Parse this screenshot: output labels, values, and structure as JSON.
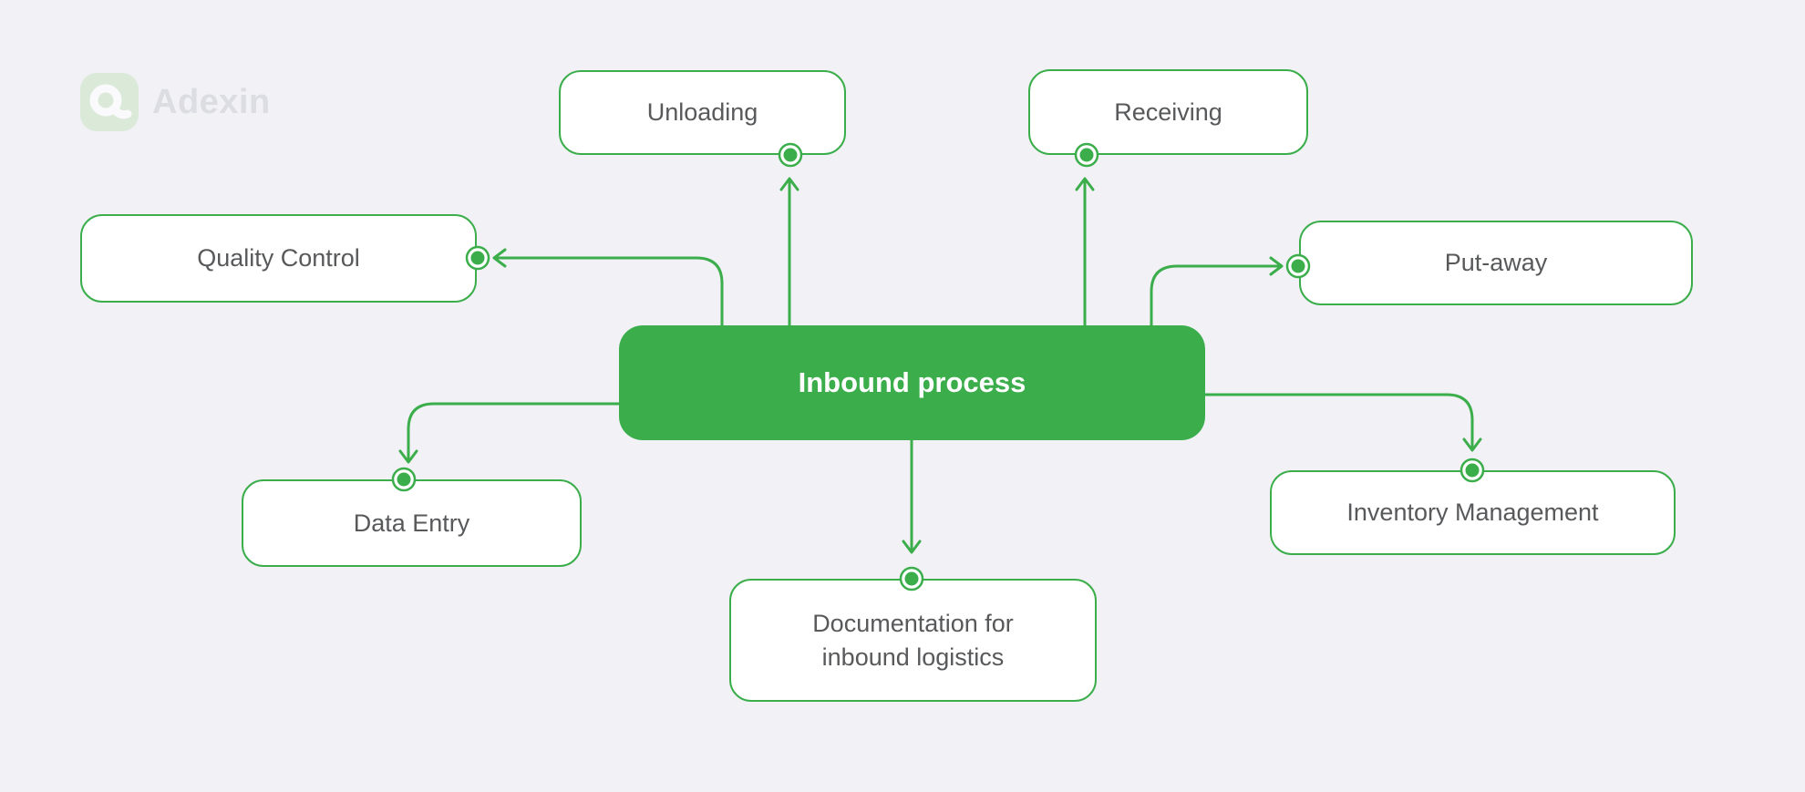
{
  "brand": {
    "name": "Adexin",
    "icon": "adexin-a-icon"
  },
  "diagram": {
    "center": {
      "label": "Inbound process"
    },
    "nodes": {
      "unloading": {
        "label": "Unloading"
      },
      "receiving": {
        "label": "Receiving"
      },
      "quality_control": {
        "label": "Quality Control"
      },
      "put_away": {
        "label": "Put-away"
      },
      "data_entry": {
        "label": "Data Entry"
      },
      "documentation": {
        "lines": [
          "Documentation for",
          "inbound logistics"
        ]
      },
      "inventory_management": {
        "label": "Inventory Management"
      }
    },
    "colors": {
      "accent": "#3bae4b",
      "box_border": "#3bae4b",
      "box_fill": "#ffffff",
      "label_text": "#58595b",
      "center_text": "#ffffff",
      "background": "#f1f1f6",
      "logo_square": "#dbe9d8",
      "logo_text": "#dcdce3"
    }
  }
}
